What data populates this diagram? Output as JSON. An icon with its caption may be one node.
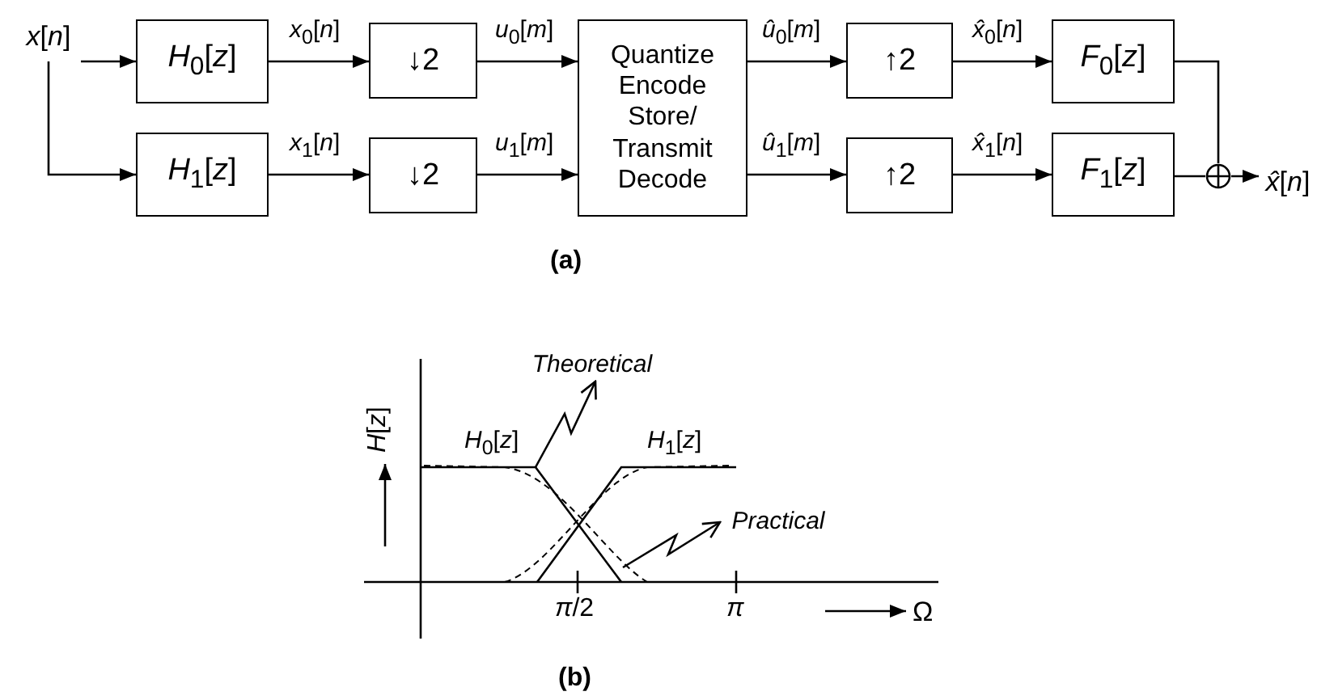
{
  "diagram": {
    "nodes": [
      {
        "text": [
          "*x*[*n*]"
        ]
      },
      {
        "text": [
          "*H*$_{0}$[*z*]"
        ]
      },
      {
        "text": [
          "↓2"
        ]
      },
      {
        "text": [
          "Quantize Encode Store/ Transmit Decode"
        ]
      },
      {
        "text": [
          "↑2"
        ]
      },
      {
        "text": [
          "*F*$_{0}$[*z*]"
        ]
      },
      {
        "text": [
          "*H*$_{1}$[*z*]"
        ]
      },
      {
        "text": [
          "↓2"
        ]
      },
      {
        "text": [
          "↑2"
        ]
      },
      {
        "text": [
          "*F*$_{1}$[*z*]"
        ]
      },
      {
        "text": [],
        "shape": "circle"
      },
      {
        "text": [
          "*x̂*[*n*]"
        ]
      },
      {
        "text": [
          "Theoretical"
        ]
      },
      {
        "text": [
          "Practical"
        ]
      },
      {
        "text": [],
        "shape": "line"
      },
      {
        "text": [],
        "shape": "line"
      }
    ],
    "edges": [
      {
        "from": 0,
        "to": 1,
        "arrow": "to"
      },
      {
        "from": 0,
        "to": 6,
        "arrow": "to"
      },
      {
        "from": 1,
        "to": 2,
        "arrow": "to",
        "label": "*x*$_{0}$[*n*]"
      },
      {
        "from": 2,
        "to": 3,
        "arrow": "to",
        "label": "*u*$_{0}$[*m*]"
      },
      {
        "from": 3,
        "to": 4,
        "arrow": "to",
        "label": "*û*$_{0}$[*m*]"
      },
      {
        "from": 4,
        "to": 5,
        "arrow": "to",
        "label": "*x̂*$_{0}$[*n*]"
      },
      {
        "from": 5,
        "to": 10,
        "arrow": "none"
      },
      {
        "from": 6,
        "to": 7,
        "arrow": "to",
        "label": "*x*$_{1}$[*n*]"
      },
      {
        "from": 7,
        "to": 3,
        "arrow": "to",
        "label": "*u*$_{1}$[*m*]"
      },
      {
        "from": 3,
        "to": 8,
        "arrow": "to",
        "label": "*û*$_{1}$[*m*]"
      },
      {
        "from": 8,
        "to": 9,
        "arrow": "to",
        "label": "*x̂*$_{1}$[*n*]"
      },
      {
        "from": 9,
        "to": 10,
        "arrow": "none"
      },
      {
        "from": 10,
        "to": 11,
        "arrow": "to"
      },
      {
        "from": 14,
        "to": 12,
        "arrow": "to"
      },
      {
        "from": 15,
        "to": 13,
        "arrow": "to"
      }
    ],
    "labels": [
      "(a)",
      "*H*[*z*]",
      "*H*$_{0}$[*z*]",
      "*H*$_{1}$[*z*]",
      "*π*/2",
      "*π*",
      "Ω",
      "(b)"
    ]
  }
}
